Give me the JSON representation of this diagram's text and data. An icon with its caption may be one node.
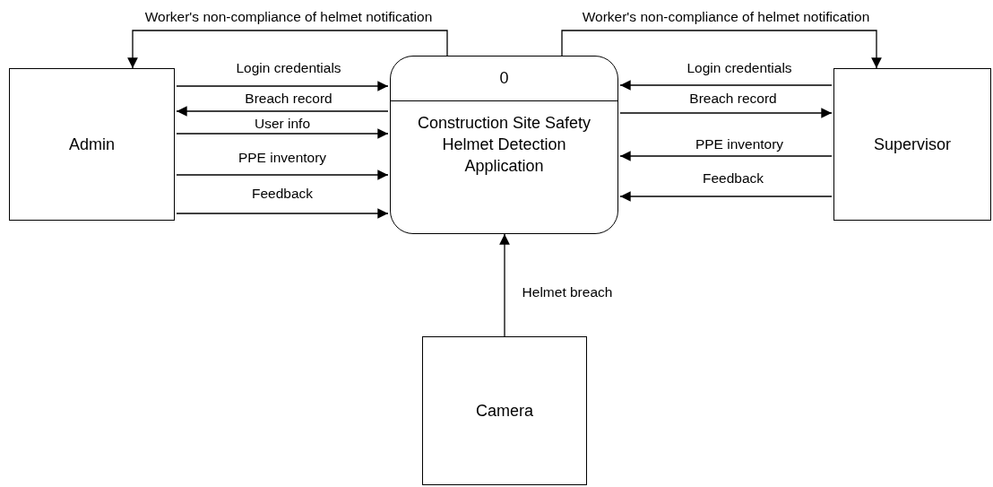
{
  "diagram": {
    "nodes": [
      {
        "text": [
          "Admin"
        ]
      },
      {
        "text": [
          "0",
          "Construction Site Safety Helmet Detection Application"
        ]
      },
      {
        "text": [
          "Supervisor"
        ]
      },
      {
        "text": [
          "Camera"
        ]
      }
    ],
    "edges": [
      {
        "from": 1,
        "to": 0,
        "arrow": "to",
        "label": "Worker's non-compliance of helmet notification"
      },
      {
        "from": 0,
        "to": 1,
        "arrow": "to",
        "label": "Login credentials"
      },
      {
        "from": 1,
        "to": 0,
        "arrow": "to",
        "label": "Breach record"
      },
      {
        "from": 0,
        "to": 1,
        "arrow": "to",
        "label": "User info"
      },
      {
        "from": 0,
        "to": 1,
        "arrow": "to",
        "label": "PPE inventory"
      },
      {
        "from": 0,
        "to": 1,
        "arrow": "to",
        "label": "Feedback"
      },
      {
        "from": 1,
        "to": 2,
        "arrow": "to",
        "label": "Worker's non-compliance of helmet notification"
      },
      {
        "from": 2,
        "to": 1,
        "arrow": "to",
        "label": "Login credentials"
      },
      {
        "from": 1,
        "to": 2,
        "arrow": "to",
        "label": "Breach record"
      },
      {
        "from": 2,
        "to": 1,
        "arrow": "to",
        "label": "PPE inventory"
      },
      {
        "from": 2,
        "to": 1,
        "arrow": "to",
        "label": "Feedback"
      },
      {
        "from": 3,
        "to": 1,
        "arrow": "to",
        "label": "Helmet breach"
      }
    ]
  }
}
